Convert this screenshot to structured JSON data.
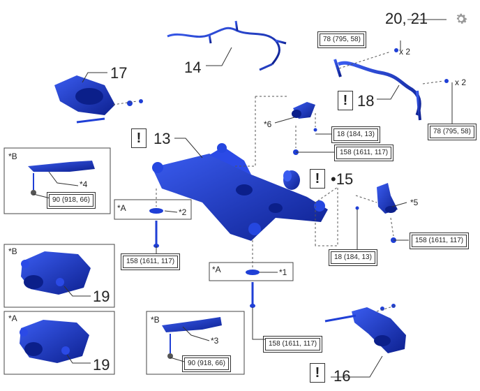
{
  "parts": {
    "p13": "13",
    "p14": "14",
    "p15": "•15",
    "p16": "16",
    "p17": "17",
    "p18": "18",
    "p19a": "19",
    "p19b": "19",
    "p2021": "20, 21"
  },
  "marks": {
    "m1": "*1",
    "m2": "*2",
    "m3": "*3",
    "m4": "*4",
    "m5": "*5",
    "m6": "*6",
    "a1": "*A",
    "a2": "*A",
    "a3": "*A",
    "b1": "*B",
    "b2": "*B",
    "b3": "*B",
    "x2a": "x 2",
    "x2b": "x 2"
  },
  "warning_symbol": "!",
  "torques": {
    "t_top": "78 (795, 58)",
    "t_right": "78 (795, 58)",
    "t_158_a": "158 (1611, 117)",
    "t_158_b": "158 (1611, 117)",
    "t_158_c": "158 (1611, 117)",
    "t_158_d": "158 (1611, 117)",
    "t_18_a": "18 (184, 13)",
    "t_18_b": "18 (184, 13)",
    "t_90_a": "90 (918, 66)",
    "t_90_b": "90 (918, 66)"
  },
  "colors": {
    "part": "#1f3fd6",
    "part_dark": "#0b1f8a",
    "line": "#333333"
  },
  "icons": [
    "gear-icon"
  ]
}
